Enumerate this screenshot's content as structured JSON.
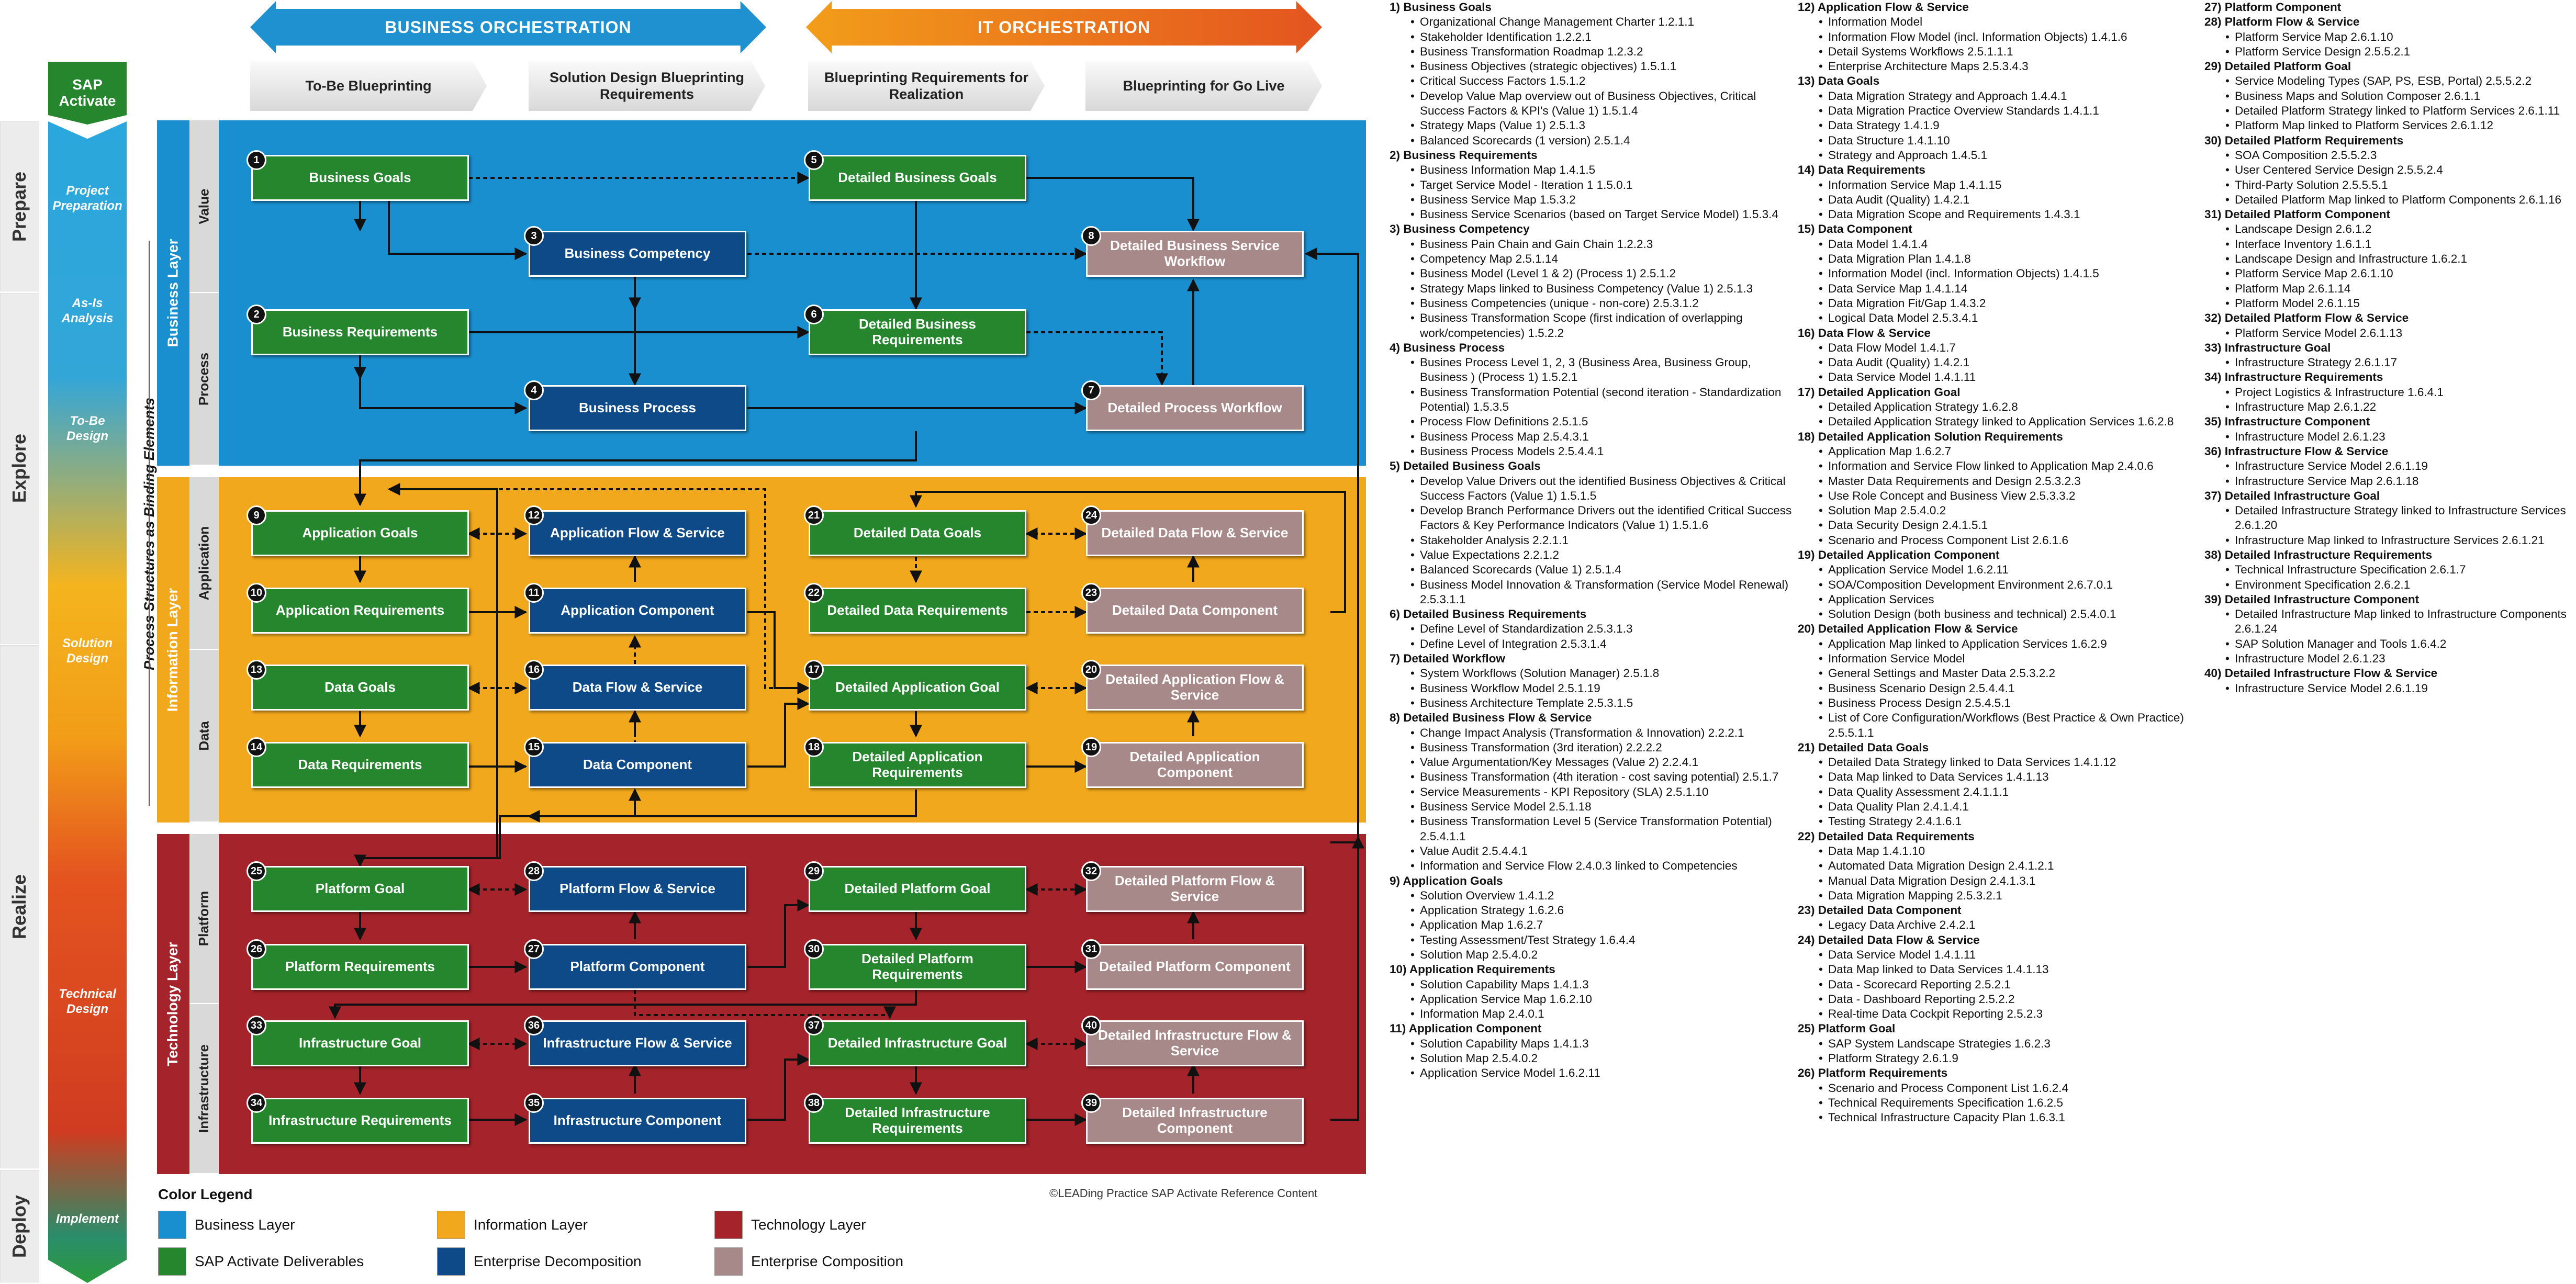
{
  "phases": [
    {
      "label": "Prepare"
    },
    {
      "label": "Explore"
    },
    {
      "label": "Realize"
    },
    {
      "label": "Deploy"
    }
  ],
  "activate": "SAP Activate",
  "steps": [
    "Project Preparation",
    "As-Is Analysis",
    "To-Be Design",
    "Solution Design",
    "Technical Design",
    "Implement"
  ],
  "top_arrows": [
    "BUSINESS ORCHESTRATION",
    "IT ORCHESTRATION"
  ],
  "ribbons": [
    "To-Be Blueprinting",
    "Solution Design Blueprinting Requirements",
    "Blueprinting Requirements for Realization",
    "Blueprinting for Go Live"
  ],
  "vertical_title": "Process Structures as Binding Elements",
  "layers": {
    "business": "Business Layer",
    "information": "Information Layer",
    "technology": "Technology Layer"
  },
  "sublayers": {
    "value": "Value",
    "process": "Process",
    "application": "Application",
    "data": "Data",
    "platform": "Platform",
    "infrastructure": "Infrastructure"
  },
  "boxes": [
    {
      "n": "1",
      "label": "Business Goals"
    },
    {
      "n": "2",
      "label": "Business Requirements"
    },
    {
      "n": "3",
      "label": "Business Competency"
    },
    {
      "n": "4",
      "label": "Business Process"
    },
    {
      "n": "5",
      "label": "Detailed Business Goals"
    },
    {
      "n": "6",
      "label": "Detailed Business Requirements"
    },
    {
      "n": "7",
      "label": "Detailed Process Workflow"
    },
    {
      "n": "8",
      "label": "Detailed Business Service Workflow"
    },
    {
      "n": "9",
      "label": "Application Goals"
    },
    {
      "n": "10",
      "label": "Application Requirements"
    },
    {
      "n": "12",
      "label": "Application Flow & Service"
    },
    {
      "n": "11",
      "label": "Application Component"
    },
    {
      "n": "13",
      "label": "Data Goals"
    },
    {
      "n": "14",
      "label": "Data Requirements"
    },
    {
      "n": "16",
      "label": "Data Flow & Service"
    },
    {
      "n": "15",
      "label": "Data Component"
    },
    {
      "n": "21",
      "label": "Detailed Data Goals"
    },
    {
      "n": "22",
      "label": "Detailed Data Requirements"
    },
    {
      "n": "17",
      "label": "Detailed Application Goal"
    },
    {
      "n": "18",
      "label": "Detailed Application Requirements"
    },
    {
      "n": "24",
      "label": "Detailed Data Flow & Service"
    },
    {
      "n": "23",
      "label": "Detailed Data Component"
    },
    {
      "n": "20",
      "label": "Detailed Application Flow & Service"
    },
    {
      "n": "19",
      "label": "Detailed Application Component"
    },
    {
      "n": "25",
      "label": "Platform Goal"
    },
    {
      "n": "26",
      "label": "Platform Requirements"
    },
    {
      "n": "28",
      "label": "Platform Flow & Service"
    },
    {
      "n": "27",
      "label": "Platform Component"
    },
    {
      "n": "29",
      "label": "Detailed Platform Goal"
    },
    {
      "n": "30",
      "label": "Detailed Platform Requirements"
    },
    {
      "n": "32",
      "label": "Detailed Platform Flow & Service"
    },
    {
      "n": "31",
      "label": "Detailed Platform Component"
    },
    {
      "n": "33",
      "label": "Infrastructure Goal"
    },
    {
      "n": "34",
      "label": "Infrastructure Requirements"
    },
    {
      "n": "36",
      "label": "Infrastructure Flow & Service"
    },
    {
      "n": "35",
      "label": "Infrastructure Component"
    },
    {
      "n": "37",
      "label": "Detailed Infrastructure Goal"
    },
    {
      "n": "38",
      "label": "Detailed Infrastructure Requirements"
    },
    {
      "n": "40",
      "label": "Detailed Infrastructure Flow & Service"
    },
    {
      "n": "39",
      "label": "Detailed Infrastructure Component"
    }
  ],
  "legend": {
    "title": "Color Legend",
    "items": [
      "Business Layer",
      "Information Layer",
      "Technology Layer",
      "SAP Activate Deliverables",
      "Enterprise Decomposition",
      "Enterprise Composition"
    ]
  },
  "copyright": "©LEADing Practice SAP Activate Reference Content",
  "columns": [
    [
      {
        "h": "1) Business Goals",
        "items": [
          "Organizational Change Management Charter 1.2.1.1",
          "Stakeholder Identification 1.2.2.1",
          "Business Transformation Roadmap 1.2.3.2",
          "Business Objectives (strategic objectives) 1.5.1.1",
          "Critical Success Factors 1.5.1.2",
          "Develop Value Map overview out of Business Objectives, Critical Success Factors & KPI's (Value 1) 1.5.1.4",
          "Strategy Maps (Value 1) 2.5.1.3",
          "Balanced Scorecards (1 version) 2.5.1.4"
        ]
      },
      {
        "h": "2) Business Requirements",
        "items": [
          "Business Information Map 1.4.1.5",
          "Target Service Model - Iteration 1 1.5.0.1",
          "Business Service Map 1.5.3.2",
          "Business Service Scenarios (based on Target Service Model) 1.5.3.4"
        ]
      },
      {
        "h": "3) Business Competency",
        "items": [
          "Business Pain Chain and Gain Chain 1.2.2.3",
          "Competency Map 2.5.1.14",
          "Business Model (Level 1 & 2) (Process 1) 2.5.1.2",
          "Strategy Maps linked to Business Competency (Value 1) 2.5.1.3",
          "Business Competencies (unique - non-core) 2.5.3.1.2",
          "Business Transformation Scope (first indication of overlapping work/competencies) 1.5.2.2"
        ]
      },
      {
        "h": "4) Business Process",
        "items": [
          "Busines Process Level 1, 2, 3 (Business Area, Business Group, Business ) (Process 1) 1.5.2.1",
          "Business Transformation Potential (second iteration - Standardization Potential) 1.5.3.5",
          "Process Flow Definitions 2.5.1.5",
          "Business Process Map 2.5.4.3.1",
          "Business Process Models 2.5.4.4.1"
        ]
      },
      {
        "h": "5) Detailed Business Goals",
        "items": [
          "Develop Value Drivers out the identified Business Objectives & Critical Success Factors (Value 1) 1.5.1.5",
          "Develop Branch Performance Drivers out the identified Critical Success Factors & Key Performance Indicators (Value 1) 1.5.1.6",
          "Stakeholder Analysis 2.2.1.1",
          "Value Expectations 2.2.1.2",
          "Balanced Scorecards (Value 1) 2.5.1.4",
          "Business Model Innovation & Transformation (Service Model Renewal) 2.5.3.1.1"
        ]
      },
      {
        "h": "6) Detailed Business Requirements",
        "items": [
          "Define Level of Standardization 2.5.3.1.3",
          "Define Level of Integration 2.5.3.1.4"
        ]
      },
      {
        "h": "7) Detailed Workflow",
        "items": [
          "System Workflows (Solution Manager) 2.5.1.8",
          "Business Workflow Model 2.5.1.19",
          "Business Architecture Template 2.5.3.1.5"
        ]
      },
      {
        "h": "8) Detailed Business Flow & Service",
        "items": [
          "Change Impact Analysis (Transformation & Innovation) 2.2.2.1",
          "Business Transformation (3rd iteration) 2.2.2.2",
          "Value Argumentation/Key Messages (Value 2) 2.2.4.1",
          "Business Transformation (4th iteration - cost saving potential) 2.5.1.7",
          "Service Measurements - KPI Repository (SLA) 2.5.1.10",
          "Business Service Model 2.5.1.18",
          "Business Transformation Level 5 (Service Transformation Potential) 2.5.4.1.1",
          "Value Audit 2.5.4.4.1",
          "Information and Service Flow 2.4.0.3 linked to Competencies"
        ]
      },
      {
        "h": "9) Application Goals",
        "items": [
          "Solution Overview 1.4.1.2",
          "Application Strategy 1.6.2.6",
          "Application Map 1.6.2.7",
          "Testing Assessment/Test Strategy 1.6.4.4",
          "Solution Map 2.5.4.0.2"
        ]
      },
      {
        "h": "10) Application Requirements",
        "items": [
          "Solution Capability Maps 1.4.1.3",
          "Application Service Map 1.6.2.10",
          "Information Map 2.4.0.1"
        ]
      },
      {
        "h": "11) Application Component",
        "items": [
          "Solution Capability Maps 1.4.1.3",
          "Solution Map 2.5.4.0.2",
          "Application Service Model 1.6.2.11"
        ]
      }
    ],
    [
      {
        "h": "12) Application Flow & Service",
        "items": [
          "Information Model",
          "Information Flow Model (incl. Information Objects) 1.4.1.6",
          "Detail Systems Workflows 2.5.1.1.1",
          "Enterprise Architecture Maps 2.5.3.4.3"
        ]
      },
      {
        "h": "13) Data Goals",
        "items": [
          "Data Migration Strategy and Approach 1.4.4.1",
          "Data Migration Practice Overview Standards 1.4.1.1",
          "Data Strategy 1.4.1.9",
          "Data Structure 1.4.1.10",
          "Strategy and Approach 1.4.5.1"
        ]
      },
      {
        "h": "14) Data Requirements",
        "items": [
          "Information Service Map 1.4.1.15",
          "Data Audit (Quality) 1.4.2.1",
          "Data Migration Scope and Requirements 1.4.3.1"
        ]
      },
      {
        "h": "15) Data Component",
        "items": [
          "Data Model 1.4.1.4",
          "Data Migration Plan 1.4.1.8",
          "Information Model (incl. Information Objects) 1.4.1.5",
          "Data Service Map 1.4.1.14",
          "Data Migration Fit/Gap 1.4.3.2",
          "Logical Data Model 2.5.3.4.1"
        ]
      },
      {
        "h": "16) Data Flow & Service",
        "items": [
          "Data Flow Model 1.4.1.7",
          "Data Audit (Quality) 1.4.2.1",
          "Data Service Model 1.4.1.11"
        ]
      },
      {
        "h": "17) Detailed Application Goal",
        "items": [
          "Detailed Application Strategy 1.6.2.8",
          "Detailed Application Strategy linked to Application Services 1.6.2.8"
        ]
      },
      {
        "h": "18) Detailed Application Solution Requirements",
        "items": [
          "Application Map 1.6.2.7",
          "Information and Service Flow linked to Application Map 2.4.0.6",
          "Master Data Requirements and Design 2.5.3.2.3",
          "Use Role Concept and Business View 2.5.3.3.2",
          "Solution Map 2.5.4.0.2",
          "Data Security Design 2.4.1.5.1",
          "Scenario and Process Component List 2.6.1.6"
        ]
      },
      {
        "h": "19) Detailed Application Component",
        "items": [
          "Application Service Model 1.6.2.11",
          "SOA/Composition Development Environment 2.6.7.0.1",
          "Application Services",
          "Solution Design (both business and technical) 2.5.4.0.1"
        ]
      },
      {
        "h": "20) Detailed Application Flow & Service",
        "items": [
          "Application Map linked to Application Services 1.6.2.9",
          "Information Service Model",
          "General Settings and Master Data 2.5.3.2.2",
          "Business Scenario Design 2.5.4.4.1",
          "Business Process Design 2.5.4.5.1",
          "List of Core Configuration/Workflows (Best Practice & Own Practice) 2.5.5.1.1"
        ]
      },
      {
        "h": "21) Detailed Data Goals",
        "items": [
          "Detailed Data Strategy linked to Data Services 1.4.1.12",
          "Data Map linked to Data Services 1.4.1.13",
          "Data Quality Assessment 2.4.1.1.1",
          "Data Quality Plan 2.4.1.4.1",
          "Testing Strategy 2.4.1.6.1"
        ]
      },
      {
        "h": "22) Detailed Data Requirements",
        "items": [
          "Data Map 1.4.1.10",
          "Automated Data Migration Design 2.4.1.2.1",
          "Manual Data Migration Design 2.4.1.3.1",
          "Data Migration Mapping 2.5.3.2.1"
        ]
      },
      {
        "h": "23) Detailed Data Component",
        "items": [
          "Legacy Data Archive 2.4.2.1"
        ]
      },
      {
        "h": "24) Detailed Data Flow & Service",
        "items": [
          "Data Service Model 1.4.1.11",
          "Data Map linked to Data Services 1.4.1.13",
          "Data - Scorecard Reporting 2.5.2.1",
          "Data - Dashboard Reporting 2.5.2.2",
          "Real-time Data Cockpit Reporting 2.5.2.3"
        ]
      },
      {
        "h": "25) Platform Goal",
        "items": [
          "SAP System Landscape Strategies 1.6.2.3",
          "Platform Strategy 2.6.1.9"
        ]
      },
      {
        "h": "26) Platform Requirements",
        "items": [
          "Scenario and Process Component List 1.6.2.4",
          "Technical Requirements Specification 1.6.2.5",
          "Technical Infrastructure Capacity Plan 1.6.3.1"
        ]
      }
    ],
    [
      {
        "h": "27) Platform Component",
        "items": []
      },
      {
        "h": "28) Platform Flow & Service",
        "items": [
          "Platform Service Map 2.6.1.10",
          "Platform Service Design 2.5.5.2.1"
        ]
      },
      {
        "h": "29) Detailed Platform Goal",
        "items": [
          "Service Modeling Types (SAP, PS, ESB, Portal) 2.5.5.2.2",
          "Business Maps and Solution Composer 2.6.1.1",
          "Detailed Platform Strategy linked to Platform Services 2.6.1.11",
          "Platform Map linked to Platform Services 2.6.1.12"
        ]
      },
      {
        "h": "30) Detailed Platform Requirements",
        "items": [
          "SOA Composition 2.5.5.2.3",
          "User Centered Service Design 2.5.5.2.4",
          "Third-Party Solution 2.5.5.5.1",
          "Detailed Platform Map linked to Platform Components 2.6.1.16"
        ]
      },
      {
        "h": "31) Detailed Platform Component",
        "items": [
          "Landscape Design 2.6.1.2",
          "Interface Inventory 1.6.1.1",
          "Landscape Design and Infrastructure 1.6.2.1",
          "Platform Service Map 2.6.1.10",
          "Platform Map 2.6.1.14",
          "Platform Model 2.6.1.15"
        ]
      },
      {
        "h": "32) Detailed Platform Flow & Service",
        "items": [
          "Platform Service Model 2.6.1.13"
        ]
      },
      {
        "h": "33) Infrastructure Goal",
        "items": [
          "Infrastructure Strategy 2.6.1.17"
        ]
      },
      {
        "h": "34) Infrastructure Requirements",
        "items": [
          "Project Logistics & Infrastructure 1.6.4.1",
          "Infrastructure Map 2.6.1.22"
        ]
      },
      {
        "h": "35) Infrastructure Component",
        "items": [
          "Infrastructure Model 2.6.1.23"
        ]
      },
      {
        "h": "36) Infrastructure Flow & Service",
        "items": [
          "Infrastructure Service Model 2.6.1.19",
          "Infrastructure Service Map 2.6.1.18"
        ]
      },
      {
        "h": "37) Detailed Infrastructure Goal",
        "items": [
          "Detailed Infrastructure Strategy linked to Infrastructure Services 2.6.1.20",
          "Infrastructure Map linked to Infrastructure Services 2.6.1.21"
        ]
      },
      {
        "h": "38) Detailed Infrastructure Requirements",
        "items": [
          "Technical Infrastructure Specification 2.6.1.7",
          "Environment Specification 2.6.2.1"
        ]
      },
      {
        "h": "39) Detailed Infrastructure Component",
        "items": [
          "Detailed Infrastructure Map linked to Infrastructure Components 2.6.1.24",
          "SAP Solution Manager and Tools 1.6.4.2",
          "Infrastructure Model 2.6.1.23"
        ]
      },
      {
        "h": "40) Detailed Infrastructure Flow & Service",
        "items": [
          "Infrastructure Service Model 2.6.1.19"
        ]
      }
    ]
  ],
  "colors": {
    "business": "#1a8fd0",
    "information": "#f2a81c",
    "technology": "#a5232a",
    "deliverable": "#25862e",
    "decomposition": "#0d4a87",
    "composition": "#a88989"
  }
}
